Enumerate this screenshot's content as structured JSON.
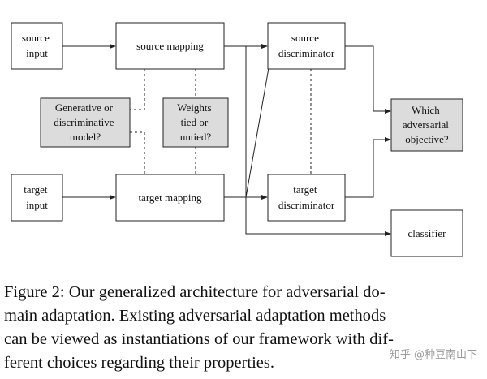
{
  "diagram": {
    "nodes": {
      "source_input": [
        "source",
        "input"
      ],
      "source_mapping": [
        "source mapping"
      ],
      "source_discriminator": [
        "source",
        "discriminator"
      ],
      "generative_model": [
        "Generative or",
        "discriminative",
        "model?"
      ],
      "weights_tied": [
        "Weights",
        "tied or",
        "untied?"
      ],
      "adversarial_objective": [
        "Which",
        "adversarial",
        "objective?"
      ],
      "target_input": [
        "target",
        "input"
      ],
      "target_mapping": [
        "target mapping"
      ],
      "target_discriminator": [
        "target",
        "discriminator"
      ],
      "classifier": [
        "classifier"
      ]
    },
    "colors": {
      "stroke": "#222222",
      "shaded_fill": "#dcdcdc",
      "plain_fill": "#ffffff"
    }
  },
  "caption": {
    "lines": [
      "Figure 2: Our generalized architecture for adversarial do-",
      "main adaptation. Existing adversarial adaptation methods",
      "can be viewed as instantiations of our framework with dif-",
      "ferent choices regarding their properties."
    ]
  },
  "watermark": "知乎 @种豆南山下"
}
